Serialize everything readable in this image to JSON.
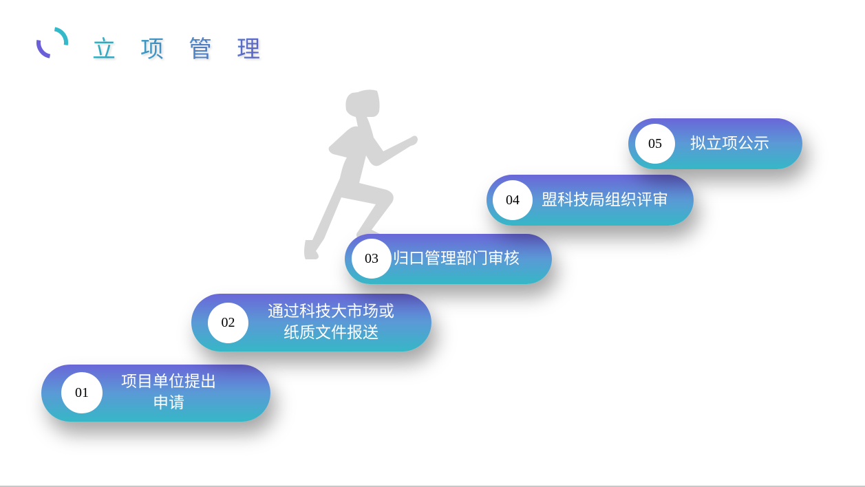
{
  "title": "立项管理",
  "steps": [
    {
      "number": "01",
      "label_line1": "项目单位提出",
      "label_line2": "申请"
    },
    {
      "number": "02",
      "label_line1": "通过科技大市场或",
      "label_line2": "纸质文件报送"
    },
    {
      "number": "03",
      "label_line1": "归口管理部门审核"
    },
    {
      "number": "04",
      "label_line1": "盟科技局组织评审"
    },
    {
      "number": "05",
      "label_line1": "拟立项公示"
    }
  ],
  "colors": {
    "gradient_top": "#6a66d8",
    "gradient_bottom": "#36b7c6",
    "runner": "#d6d6d6"
  }
}
